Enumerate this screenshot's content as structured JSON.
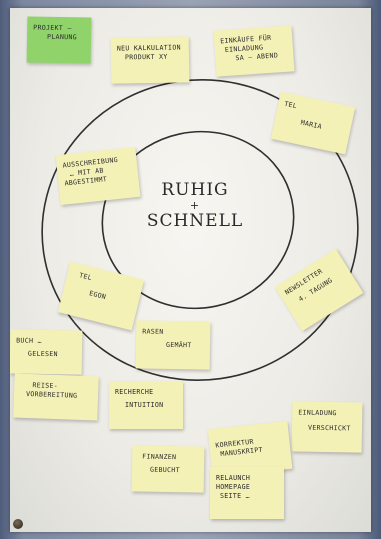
{
  "center": {
    "line1": "RUHIG",
    "plus": "+",
    "line2": "SCHNELL"
  },
  "notes": {
    "projekt": {
      "l1": "PROJEKT –",
      "l2": "PLANUNG"
    },
    "neukalkulation": {
      "l1": "NEU KALKULATION",
      "l2": "PRODUKT XY"
    },
    "einkaufe": {
      "l1": "EINKÄUFE FÜR",
      "l2": "EINLADUNG",
      "l3": "SA – ABEND"
    },
    "tel_maria": {
      "l1": "TEL",
      "l2": "MARIA"
    },
    "ausschreibung": {
      "l1": "AUSSCHREIBUNG",
      "l2": "… MIT AB",
      "l3": "ABGESTIMMT"
    },
    "newsletter": {
      "l1": "NEWSLETTER",
      "l2": "4. TAGUNG"
    },
    "tel_egon": {
      "l1": "TEL",
      "l2": "EGON"
    },
    "rasen": {
      "l1": "RASEN",
      "l2": "GEMÄHT"
    },
    "buch": {
      "l1": "BUCH …",
      "l2": "GELESEN"
    },
    "reise": {
      "l1": "REISE-",
      "l2": "VORBEREITUNG"
    },
    "recherche": {
      "l1": "RECHERCHE",
      "l2": "INTUITION"
    },
    "einladung": {
      "l1": "EINLADUNG",
      "l2": "VERSCHICKT"
    },
    "korrektur": {
      "l1": "KORREKTUR",
      "l2": "MANUSKRIPT"
    },
    "finanzen": {
      "l1": "FINANZEN",
      "l2": "GEBUCHT"
    },
    "relaunch": {
      "l1": "RELAUNCH",
      "l2": "HOMEPAGE",
      "l3": "SEITE …"
    }
  },
  "colors": {
    "sticky_yellow": "#f4f1b6",
    "sticky_green": "#8fd36a",
    "marker": "#2a2a2a"
  }
}
